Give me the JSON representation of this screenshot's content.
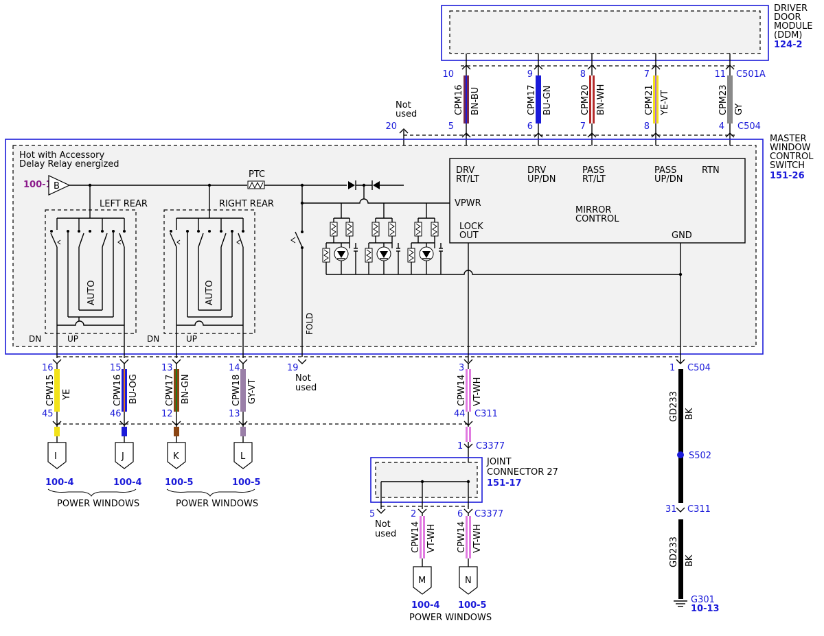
{
  "ddm": {
    "title_lines": [
      "DRIVER",
      "DOOR",
      "MODULE",
      "(DDM)"
    ],
    "ref": "124-2",
    "connector": "C501A",
    "pins": [
      {
        "pin": "10",
        "circuit": "CPM16",
        "color": "BN-BU",
        "lower_pin": "5",
        "hex": "#7a2a4a",
        "stripe": "#1a1ad9"
      },
      {
        "pin": "9",
        "circuit": "CPM17",
        "color": "BU-GN",
        "lower_pin": "6",
        "hex": "#1a1ad9",
        "stripe": "#1a7a1a"
      },
      {
        "pin": "8",
        "circuit": "CPM20",
        "color": "BN-WH",
        "lower_pin": "7",
        "hex": "#b42a2a",
        "stripe": "#ffffff"
      },
      {
        "pin": "7",
        "circuit": "CPM21",
        "color": "YE-VT",
        "lower_pin": "8",
        "hex": "#f2e21a",
        "stripe": "#b06ad9"
      },
      {
        "pin": "11",
        "circuit": "CPM23",
        "color": "GY",
        "lower_pin": "4",
        "hex": "#8a8a8a",
        "stripe": "#8a8a8a"
      }
    ],
    "lower_connector": "C504",
    "not_used": {
      "pin": "20",
      "label_lines": [
        "Not",
        "used"
      ]
    }
  },
  "mwcs": {
    "title_lines": [
      "MASTER",
      "WINDOW",
      "CONTROL",
      "SWITCH"
    ],
    "ref": "151-26",
    "hot_label_lines": [
      "Hot with Accessory",
      "Delay Relay energized"
    ],
    "feed_ref": "100-1",
    "feed_letter": "B",
    "ptc": "PTC",
    "left_rear": "LEFT REAR",
    "right_rear": "RIGHT REAR",
    "auto": "AUTO",
    "dn": "DN",
    "up": "UP",
    "fold": "FOLD",
    "mirror_labels": {
      "drv_rtlt": [
        "DRV",
        "RT/LT"
      ],
      "drv_updn": [
        "DRV",
        "UP/DN"
      ],
      "pass_rtlt": [
        "PASS",
        "RT/LT"
      ],
      "pass_updn": [
        "PASS",
        "UP/DN"
      ],
      "rtn": "RTN",
      "vpwr": "VPWR",
      "mirror": [
        "MIRROR",
        "CONTROL"
      ],
      "lock": [
        "LOCK",
        "OUT"
      ],
      "gnd": "GND"
    }
  },
  "lower_wires": [
    {
      "pin": "16",
      "circuit": "CPW15",
      "color": "YE",
      "lower_pin": "45",
      "hex": "#f2e21a",
      "letter": "I",
      "ref": "100-4"
    },
    {
      "pin": "15",
      "circuit": "CPW16",
      "color": "BU-OG",
      "lower_pin": "46",
      "hex": "#1a1ad9",
      "letter": "J",
      "ref": "100-4"
    },
    {
      "pin": "13",
      "circuit": "CPW17",
      "color": "BN-GN",
      "lower_pin": "12",
      "hex": "#8b4513",
      "letter": "K",
      "ref": "100-5"
    },
    {
      "pin": "14",
      "circuit": "CPW18",
      "color": "GY-VT",
      "lower_pin": "13",
      "hex": "#9a7fa8",
      "letter": "L",
      "ref": "100-5"
    }
  ],
  "not_used_19": {
    "pin": "19",
    "label_lines": [
      "Not",
      "used"
    ]
  },
  "power_windows": "POWER WINDOWS",
  "lock_wire": {
    "pin": "3",
    "circuit": "CPW14",
    "color": "VT-WH",
    "lower_pin": "44",
    "connector": "C311",
    "pin_c3377": "1",
    "connector_c3377": "C3377"
  },
  "joint": {
    "title_lines": [
      "JOINT",
      "CONNECTOR 27"
    ],
    "ref": "151-17",
    "not_used": {
      "pin": "5",
      "label_lines": [
        "Not",
        "used"
      ]
    },
    "out_wires": [
      {
        "pin": "2",
        "circuit": "CPW14",
        "color": "VT-WH",
        "letter": "M",
        "ref": "100-4"
      },
      {
        "pin": "6",
        "circuit": "CPW14",
        "color": "VT-WH",
        "letter": "N",
        "ref": "100-5",
        "connector": "C3377"
      }
    ]
  },
  "ground": {
    "pin": "1",
    "connector": "C504",
    "circuit": "GD233",
    "color": "BK",
    "splice": "S502",
    "pin2": "31",
    "connector2": "C311",
    "circuit2": "GD233",
    "color2": "BK",
    "ground_id": "G301",
    "ground_ref": "10-13"
  },
  "colors": {
    "ref_blue": "#1a1ad9",
    "feed_purple": "#8b1a8b",
    "box_fill": "#f2f2f2"
  }
}
